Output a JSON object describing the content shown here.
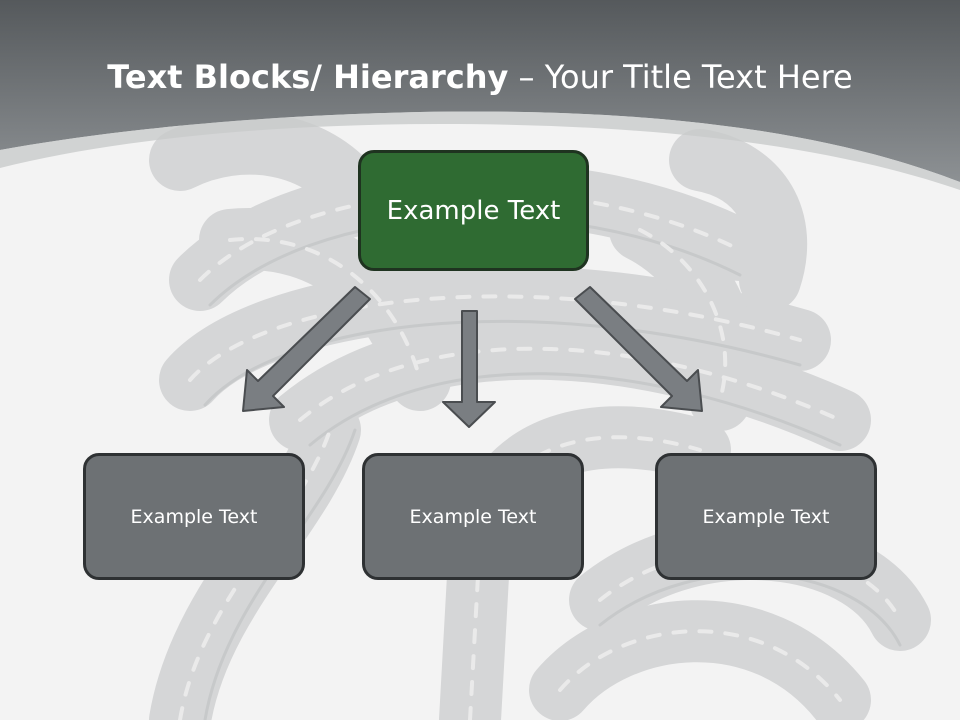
{
  "slide": {
    "title_bold": "Text Blocks/ Hierarchy",
    "title_dash": " – ",
    "title_rest": "Your Title Text Here"
  },
  "diagram": {
    "top": {
      "label": "Example Text",
      "color": "#2f6b32"
    },
    "children": [
      {
        "label": "Example Text"
      },
      {
        "label": "Example Text"
      },
      {
        "label": "Example Text"
      }
    ],
    "child_color": "#6d7174",
    "arrow_color": "#7a7e82"
  },
  "background": {
    "image": "roads-tangle"
  }
}
